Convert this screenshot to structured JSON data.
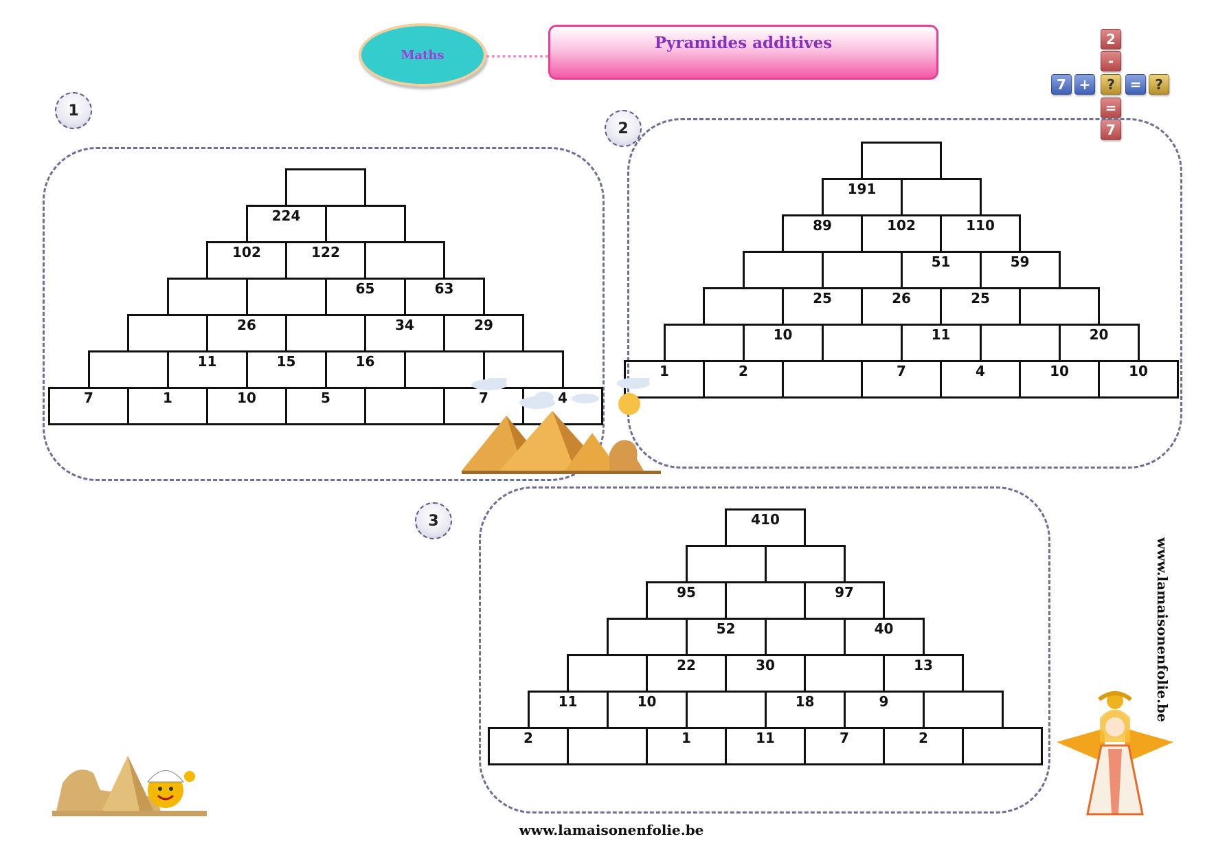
{
  "header": {
    "subject": "Maths",
    "title": "Pyramides additives"
  },
  "math_icon": {
    "top": [
      "2",
      "-"
    ],
    "row": [
      "7",
      "+",
      "?",
      "=",
      "?"
    ],
    "bottom": [
      "=",
      "7"
    ]
  },
  "pyramids": [
    {
      "label": "1",
      "rows": [
        [
          ""
        ],
        [
          "224",
          ""
        ],
        [
          "102",
          "122",
          ""
        ],
        [
          "",
          "",
          "65",
          "63"
        ],
        [
          "",
          "26",
          "",
          "34",
          "29"
        ],
        [
          "",
          "11",
          "15",
          "16",
          "",
          ""
        ],
        [
          "7",
          "1",
          "10",
          "5",
          "",
          "7",
          "4"
        ]
      ]
    },
    {
      "label": "2",
      "rows": [
        [
          ""
        ],
        [
          "191",
          ""
        ],
        [
          "89",
          "102",
          "110"
        ],
        [
          "",
          "",
          "51",
          "59"
        ],
        [
          "",
          "25",
          "26",
          "25",
          ""
        ],
        [
          "",
          "10",
          "",
          "11",
          "",
          "20"
        ],
        [
          "1",
          "2",
          "",
          "7",
          "4",
          "10",
          "10"
        ]
      ]
    },
    {
      "label": "3",
      "rows": [
        [
          "410"
        ],
        [
          "",
          ""
        ],
        [
          "95",
          "",
          "97"
        ],
        [
          "",
          "52",
          "",
          "40"
        ],
        [
          "",
          "22",
          "30",
          "",
          "13"
        ],
        [
          "11",
          "10",
          "",
          "18",
          "9",
          ""
        ],
        [
          "2",
          "",
          "1",
          "11",
          "7",
          "2",
          ""
        ]
      ]
    }
  ],
  "footer": {
    "url": "www.lamaisonenfolie.be",
    "side_url": "www.lamaisonenfolie.be"
  }
}
